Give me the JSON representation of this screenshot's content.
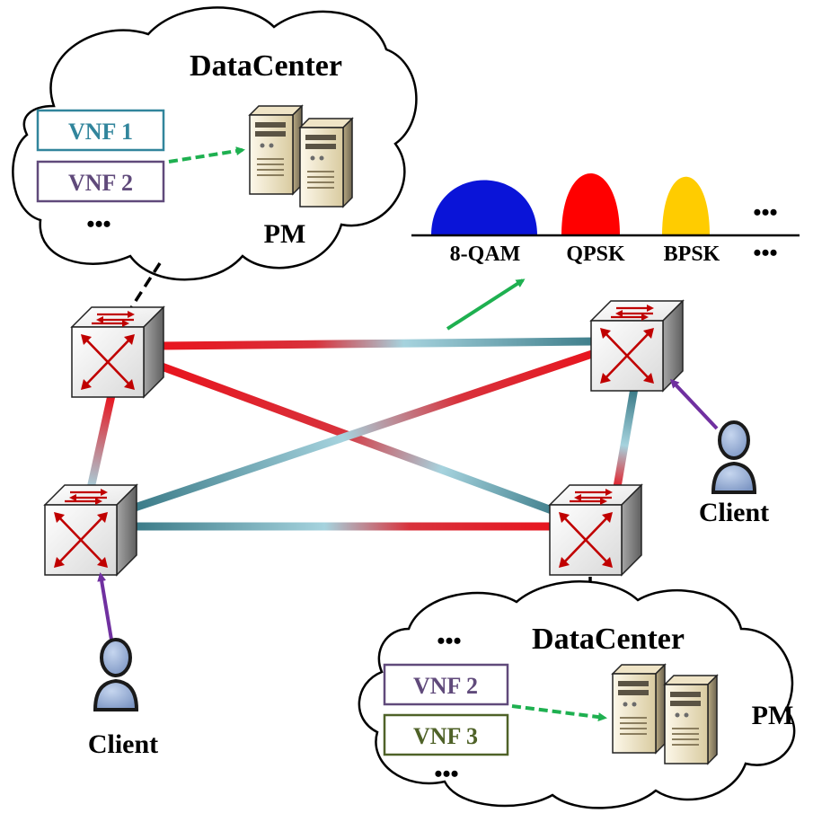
{
  "datacenter_top": {
    "title": "DataCenter",
    "vnfs": [
      {
        "label": "VNF 1",
        "color": "#31859c"
      },
      {
        "label": "VNF 2",
        "color": "#604a7b"
      }
    ],
    "ellipsis": "•••",
    "pm_label": "PM"
  },
  "datacenter_bottom": {
    "title": "DataCenter",
    "ellipsis_top": "•••",
    "vnfs": [
      {
        "label": "VNF 2",
        "color": "#604a7b"
      },
      {
        "label": "VNF 3",
        "color": "#4f6228"
      }
    ],
    "ellipsis_bottom": "•••",
    "pm_label": "PM"
  },
  "spectrum": {
    "slots": [
      {
        "label": "8-QAM",
        "color": "#0a14d8"
      },
      {
        "label": "QPSK",
        "color": "#ff0000"
      },
      {
        "label": "BPSK",
        "color": "#ffcc00"
      }
    ],
    "ellipsis_top": "•••",
    "ellipsis_label": "•••"
  },
  "clients": {
    "right": "Client",
    "left": "Client"
  },
  "colors": {
    "link_red": "#e8141e",
    "link_teal": "#3b7b88",
    "link_light": "#a6d3de",
    "arrow_green": "#1eb050",
    "arrow_purple": "#7030a0",
    "dashed_black": "#000000"
  }
}
